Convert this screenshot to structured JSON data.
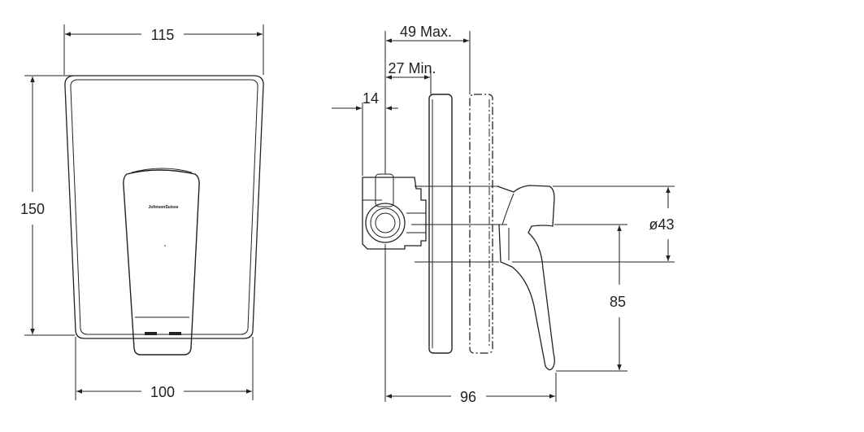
{
  "front_view": {
    "brand_mark": "JohnsonSuisse",
    "dim_width_top": "115",
    "dim_height": "150",
    "dim_width_bottom": "100"
  },
  "side_view": {
    "dim_max": "49 Max.",
    "dim_min": "27 Min.",
    "dim_14": "14",
    "dim_diameter": "ø43",
    "dim_85": "85",
    "dim_96": "96"
  }
}
